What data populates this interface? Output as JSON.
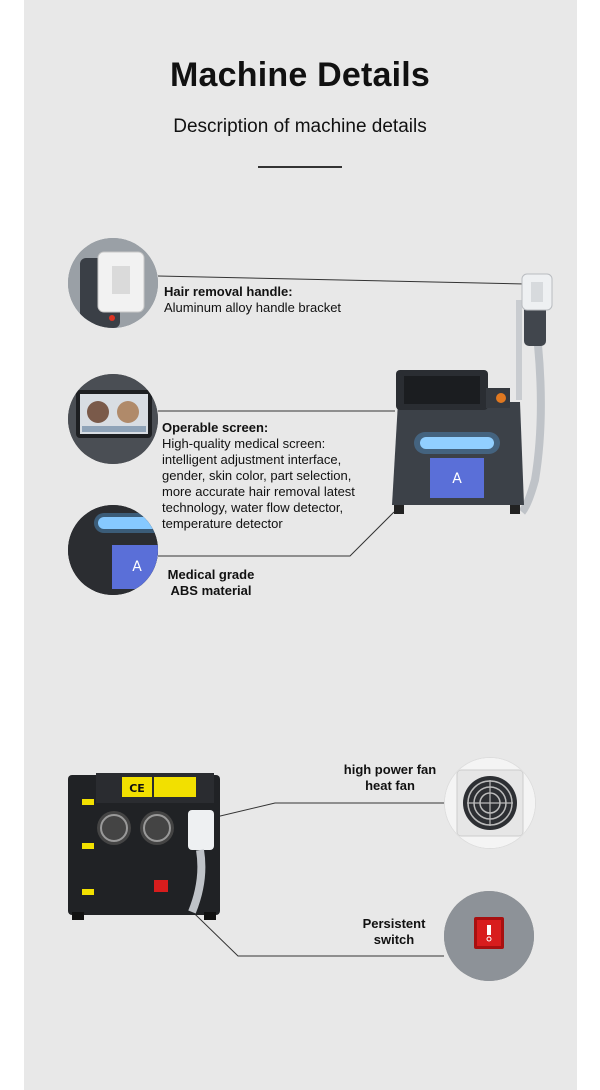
{
  "header": {
    "title": "Machine Details",
    "subtitle": "Description of machine details"
  },
  "features": [
    {
      "title": "Hair removal handle:",
      "description": "Aluminum alloy handle bracket"
    },
    {
      "title": "Operable screen:",
      "description_lines": [
        "High-quality medical screen:",
        "intelligent adjustment interface,",
        "gender, skin color, part selection,",
        "more accurate hair removal latest",
        "technology, water flow detector,",
        "temperature detector"
      ]
    },
    {
      "title_lines": [
        "Medical grade",
        "ABS material"
      ]
    },
    {
      "title_lines": [
        "high power fan",
        "heat fan"
      ]
    },
    {
      "title_lines": [
        "Persistent",
        "switch"
      ]
    }
  ],
  "colors": {
    "panel": "#e8e8e8",
    "glow": "#5ab4ff",
    "switch_red": "#d81d1d",
    "ce_yellow": "#f2e000"
  }
}
